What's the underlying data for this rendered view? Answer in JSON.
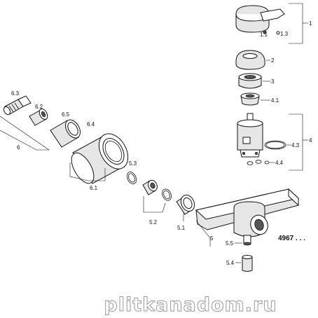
{
  "labels": {
    "l1": "1",
    "l1_1": "1.1",
    "l1_3": "1.3",
    "l2": "2",
    "l3": "3",
    "l4_1": "4.1",
    "l4": "4",
    "l4_3": "4.3",
    "l4_4": "4.4",
    "l6_3": "6.3",
    "l6_2": "6.2",
    "l6_5": "6.5",
    "l6_4": "6.4",
    "l6": "6",
    "l6_1": "6.1",
    "l5_3": "5.3",
    "l5_2": "5.2",
    "l5_1": "5.1",
    "l5": "5",
    "l5_5": "5.5",
    "l5_4": "5.4"
  },
  "model_number": "4967 . . .",
  "watermark": "plitkanadom.ru"
}
